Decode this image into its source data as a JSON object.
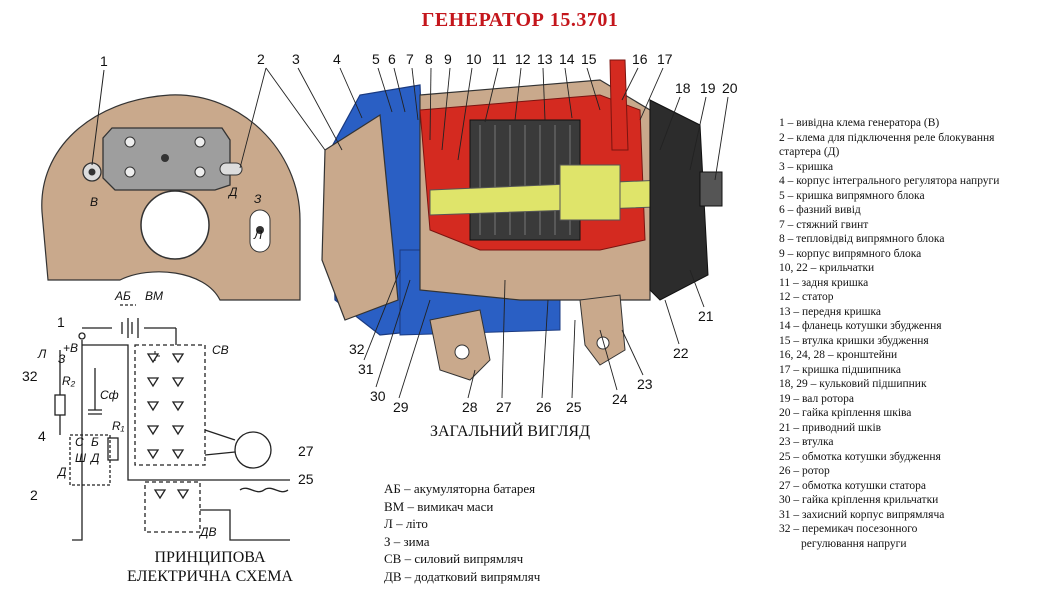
{
  "title": "ГЕНЕРАТОР 15.3701",
  "captions": {
    "general_view": "ЗАГАЛЬНИЙ ВИГЛЯД",
    "schematic_line1": "ПРИНЦИПОВА",
    "schematic_line2": "ЕЛЕКТРИЧНА СХЕМА"
  },
  "colors": {
    "title": "#c4161c",
    "housing": "#c9a98c",
    "red": "#d42a20",
    "blue": "#2a5fc4",
    "yellow": "#dfe46a",
    "dark": "#2c2c2c"
  },
  "part_numbers": [
    "1",
    "2",
    "3",
    "4",
    "5",
    "6",
    "7",
    "8",
    "9",
    "10",
    "11",
    "12",
    "13",
    "14",
    "15",
    "16",
    "17",
    "18",
    "19",
    "20",
    "21",
    "22",
    "23",
    "24",
    "25",
    "26",
    "27",
    "28",
    "29",
    "30",
    "31",
    "32"
  ],
  "terminal_letters": {
    "b": "В",
    "d": "Д",
    "z": "З",
    "l": "Л"
  },
  "schematic_labels": {
    "ab": "АБ",
    "vm": "ВМ",
    "sv": "СВ",
    "dv": "ДВ",
    "plus_b": "+В",
    "l": "Л",
    "z": "З",
    "r1": "R₁",
    "r2": "R₂",
    "cf": "Сф",
    "c": "С",
    "b": "Б",
    "sh": "Ш",
    "d_small": "Д",
    "d_big": "Д",
    "n1": "1",
    "n32": "32",
    "n4": "4",
    "n2": "2",
    "n27": "27",
    "n25": "25"
  },
  "legend": [
    "1 – вивідна клема генератора (В)",
    "2 – клема для підключення реле блокування стартера (Д)",
    "3 – кришка",
    "4 – корпус інтегрального регулятора напруги",
    "5 – кришка випрямного блока",
    "6 – фазний вивід",
    "7 – стяжний гвинт",
    "8 – тепловідвід випрямного блока",
    "9 – корпус випрямного блока",
    "10, 22 – крильчатки",
    "11 – задня кришка",
    "12 – статор",
    "13 – передня кришка",
    "14 – фланець котушки збудження",
    "15 – втулка кришки збудження",
    "16, 24, 28 – кронштейни",
    "17 – кришка підшипника",
    "18, 29 – кульковий підшипник",
    "19 – вал ротора",
    "20 – гайка кріплення шківа",
    "21 – приводний шків",
    "23 – втулка",
    "25 – обмотка котушки збудження",
    "26 – ротор",
    "27 – обмотка котушки статора",
    "30 – гайка кріплення крильчатки",
    "31 – захисний корпус випрямляча",
    "32 – перемикач посезонного",
    "регулювання напруги"
  ],
  "abbreviations": [
    "АБ – акумуляторна батарея",
    "ВМ – вимикач маси",
    "Л – літо",
    "З – зима",
    "СВ – силовий випрямляч",
    "ДВ – додатковий випрямляч"
  ]
}
